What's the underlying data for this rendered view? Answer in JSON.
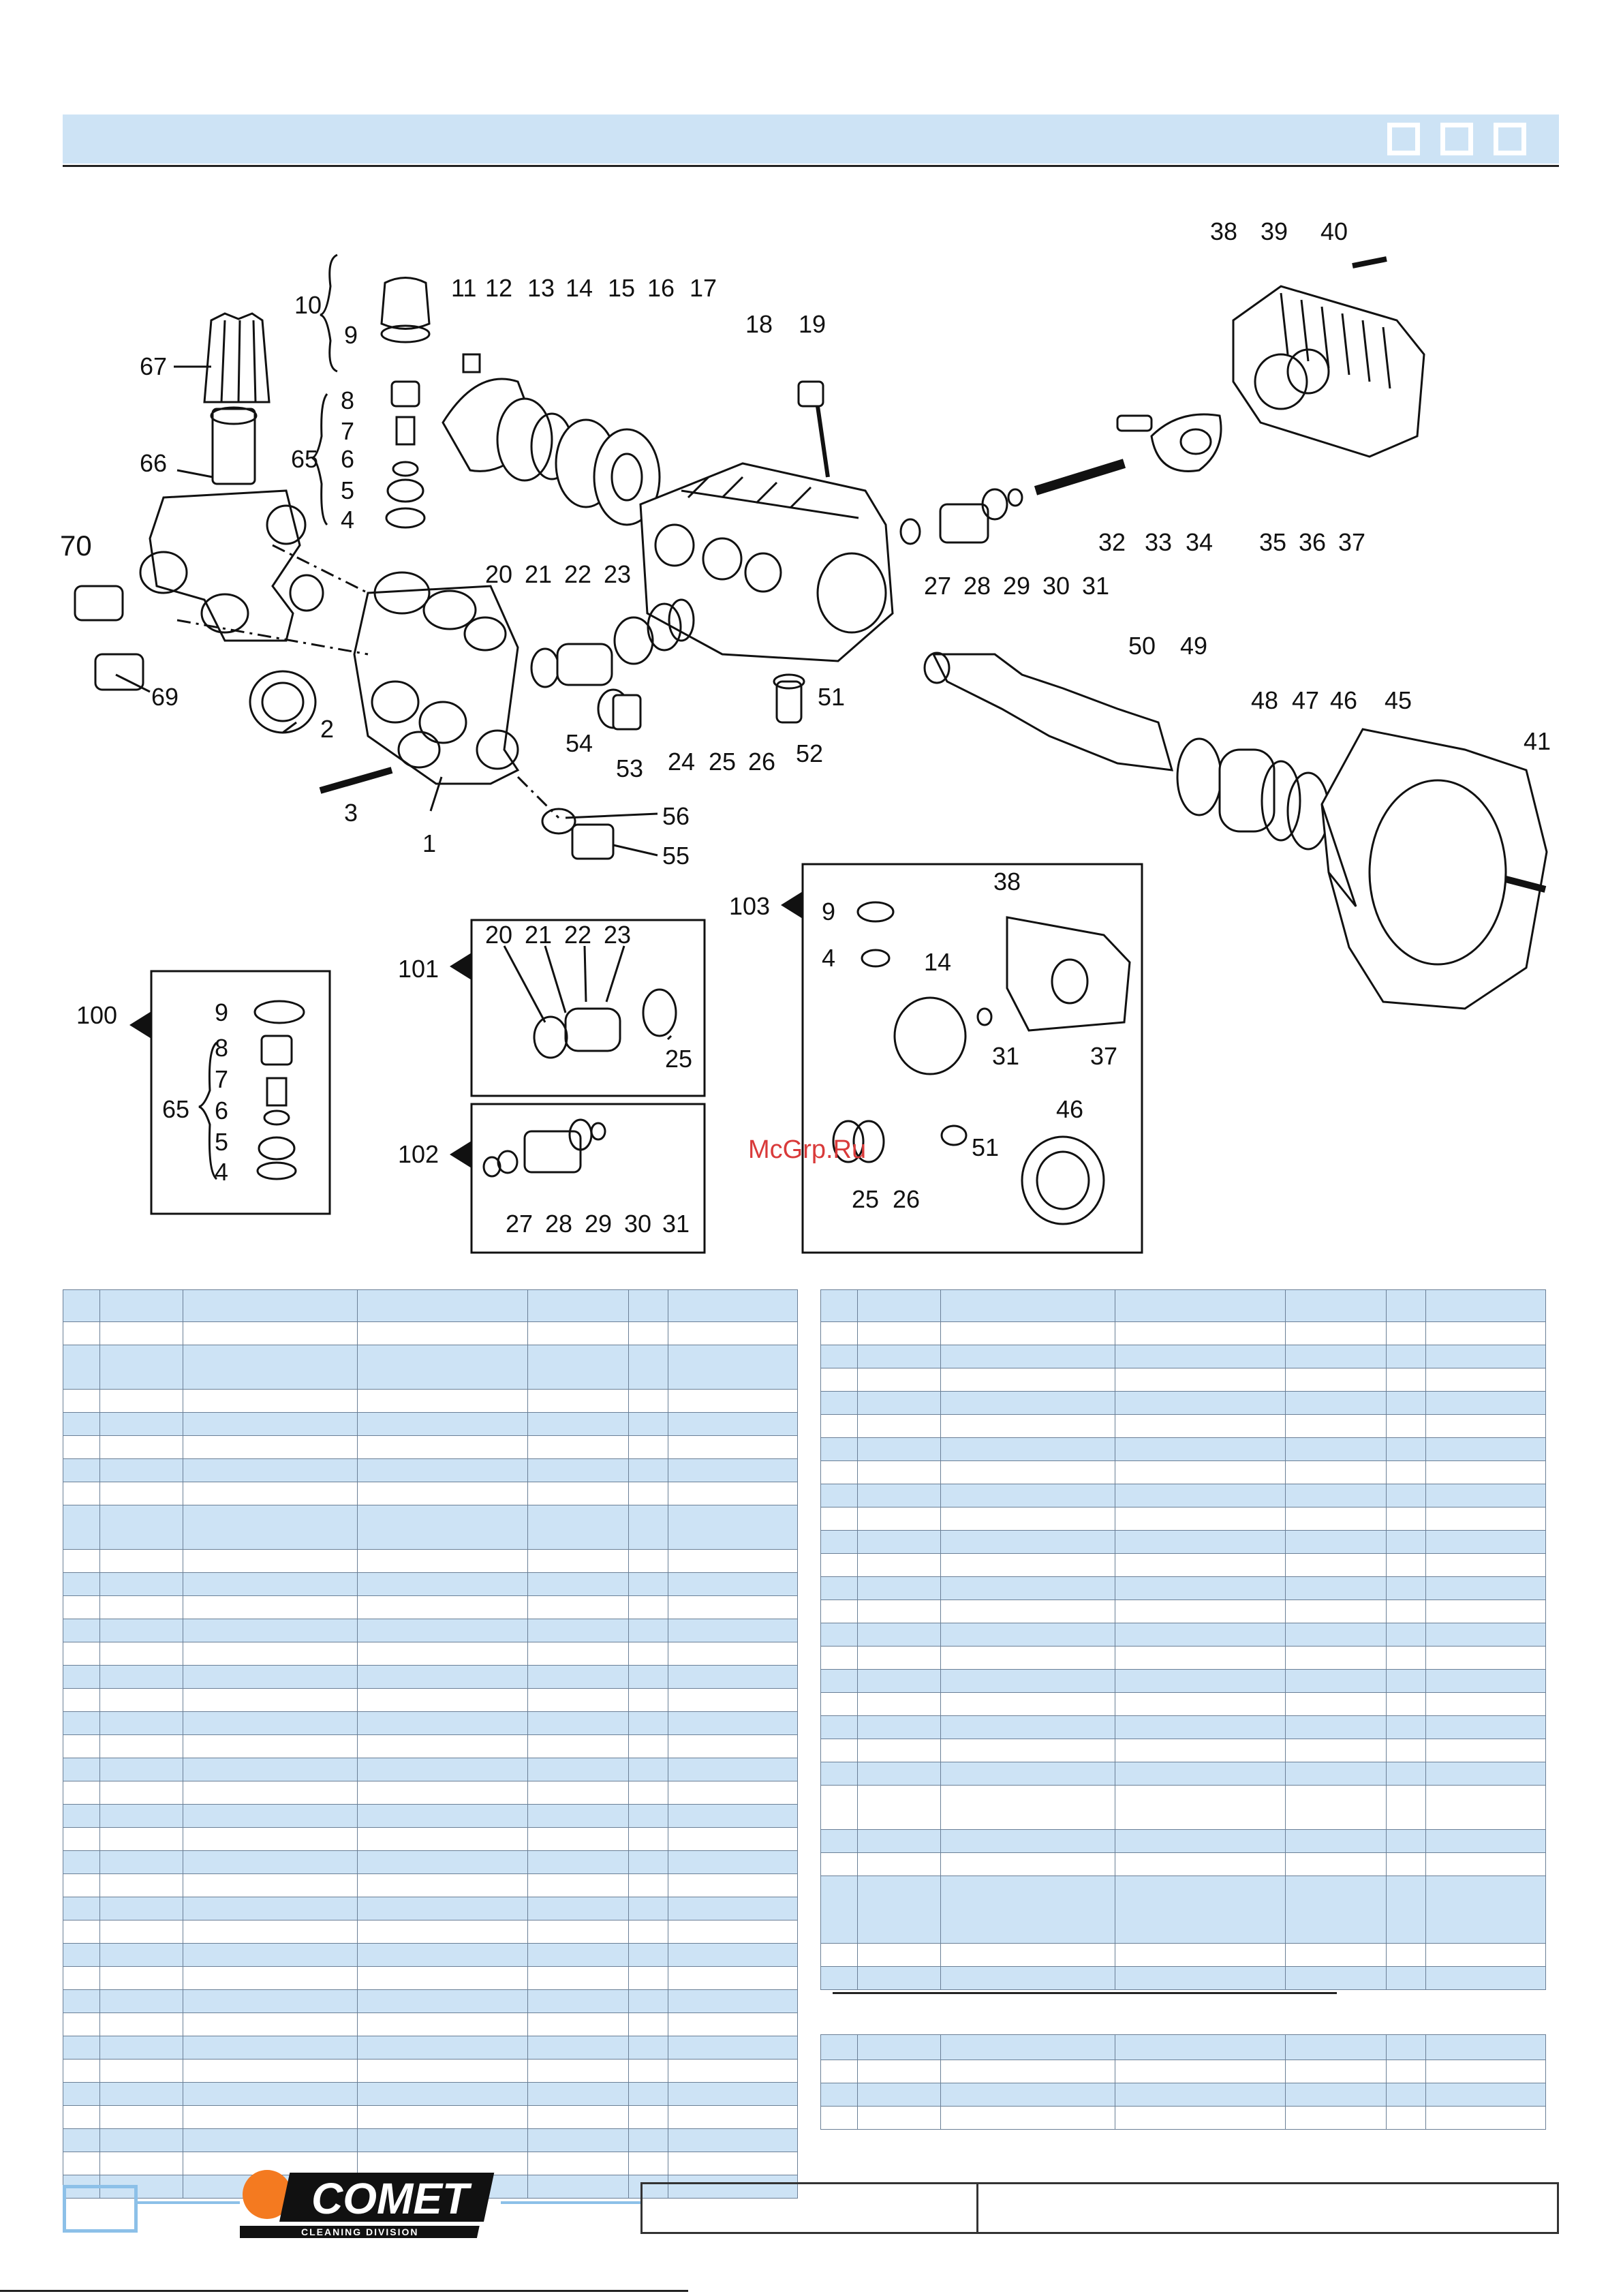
{
  "diagram": {
    "labels": {
      "l1": "1",
      "l2": "2",
      "l3": "3",
      "l4": "4",
      "l5": "5",
      "l6": "6",
      "l7": "7",
      "l8": "8",
      "l9": "9",
      "l10": "10",
      "l11": "11",
      "l12": "12",
      "l13": "13",
      "l14": "14",
      "l15": "15",
      "l16": "16",
      "l17": "17",
      "l18": "18",
      "l19": "19",
      "l20": "20",
      "l21": "21",
      "l22": "22",
      "l23": "23",
      "l24": "24",
      "l25": "25",
      "l26": "26",
      "l27": "27",
      "l28": "28",
      "l29": "29",
      "l30": "30",
      "l31": "31",
      "l32": "32",
      "l33": "33",
      "l34": "34",
      "l35": "35",
      "l36": "36",
      "l37": "37",
      "l38": "38",
      "l39": "39",
      "l40": "40",
      "l41": "41",
      "l45": "45",
      "l46": "46",
      "l47": "47",
      "l48": "48",
      "l49": "49",
      "l50": "50",
      "l51": "51",
      "l52": "52",
      "l53": "53",
      "l54": "54",
      "l55": "55",
      "l56": "56",
      "l65": "65",
      "l66": "66",
      "l67": "67",
      "l69": "69",
      "l70": "70"
    },
    "kits": {
      "k100": "100",
      "k101": "101",
      "k102": "102",
      "k103": "103",
      "k100_9": "9",
      "k100_8": "8",
      "k100_7": "7",
      "k100_65": "65",
      "k100_6": "6",
      "k100_5": "5",
      "k100_4": "4",
      "k101_20": "20",
      "k101_21": "21",
      "k101_22": "22",
      "k101_23": "23",
      "k101_25": "25",
      "k102_27": "27",
      "k102_28": "28",
      "k102_29": "29",
      "k102_30": "30",
      "k102_31": "31",
      "k103_9": "9",
      "k103_4": "4",
      "k103_38": "38",
      "k103_14": "14",
      "k103_31": "31",
      "k103_37": "37",
      "k103_46": "46",
      "k103_51": "51",
      "k103_25": "25",
      "k103_26": "26"
    }
  },
  "watermark": "McGrp.Ru",
  "logo": {
    "brand": "COMET",
    "tagline": "CLEANING DIVISION"
  },
  "colors": {
    "band": "#cde3f5",
    "accent": "#8cc0e8",
    "logo_dot": "#f47a20"
  }
}
